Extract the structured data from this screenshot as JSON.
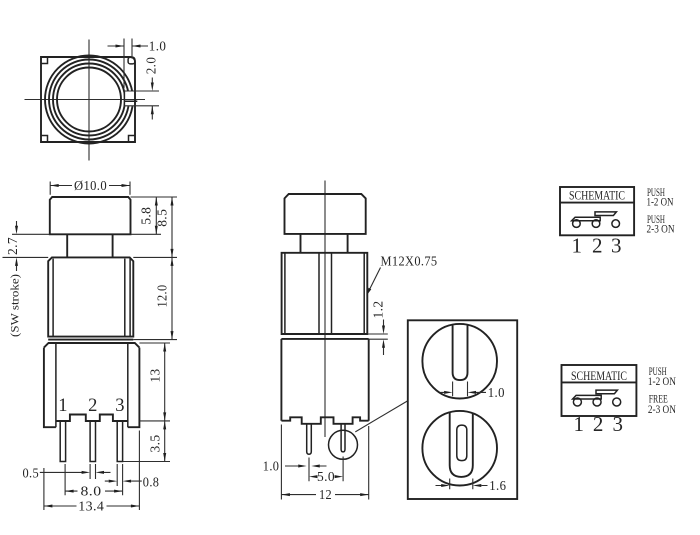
{
  "colors": {
    "background": "#ffffff",
    "ink": "#1f1f1f"
  },
  "top_view": {
    "dim_keyway_width": "1.0",
    "dim_keyway_depth": "2.0"
  },
  "front_view": {
    "dim_cap_diameter": "Ø10.0",
    "dim_cap_height": "5.8",
    "dim_cap_total": "8.5",
    "dim_stroke": "2.7",
    "stroke_note": "(SW stroke)",
    "dim_upper_body_height": "12.0",
    "dim_lower_body_height": "13",
    "dim_pin_length": "3.5",
    "dim_pin_width": "0.5",
    "dim_pin_span": "8.0",
    "dim_pin3_width": "0.8",
    "dim_body_width": "13.4",
    "pin_labels": [
      "1",
      "2",
      "3"
    ]
  },
  "side_view": {
    "thread_spec": "M12X0.75",
    "dim_flange_gap": "1.2",
    "dim_pin_width": "1.0",
    "dim_pin_pitch": "5.0",
    "dim_body_depth": "12"
  },
  "detail_view": {
    "dim_round_pin_slot": "1.0",
    "dim_flat_pin_slot": "1.6"
  },
  "schematics": [
    {
      "title": "SCHEMATIC",
      "pin_labels": [
        "1",
        "2",
        "3"
      ],
      "states": [
        {
          "action": "PUSH",
          "result": "1-2 ON"
        },
        {
          "action": "PUSH",
          "result": "2-3 ON"
        }
      ]
    },
    {
      "title": "SCHEMATIC",
      "pin_labels": [
        "1",
        "2",
        "3"
      ],
      "states": [
        {
          "action": "PUSH",
          "result": "1-2 ON"
        },
        {
          "action": "FREE",
          "result": "2-3 ON"
        }
      ]
    }
  ]
}
